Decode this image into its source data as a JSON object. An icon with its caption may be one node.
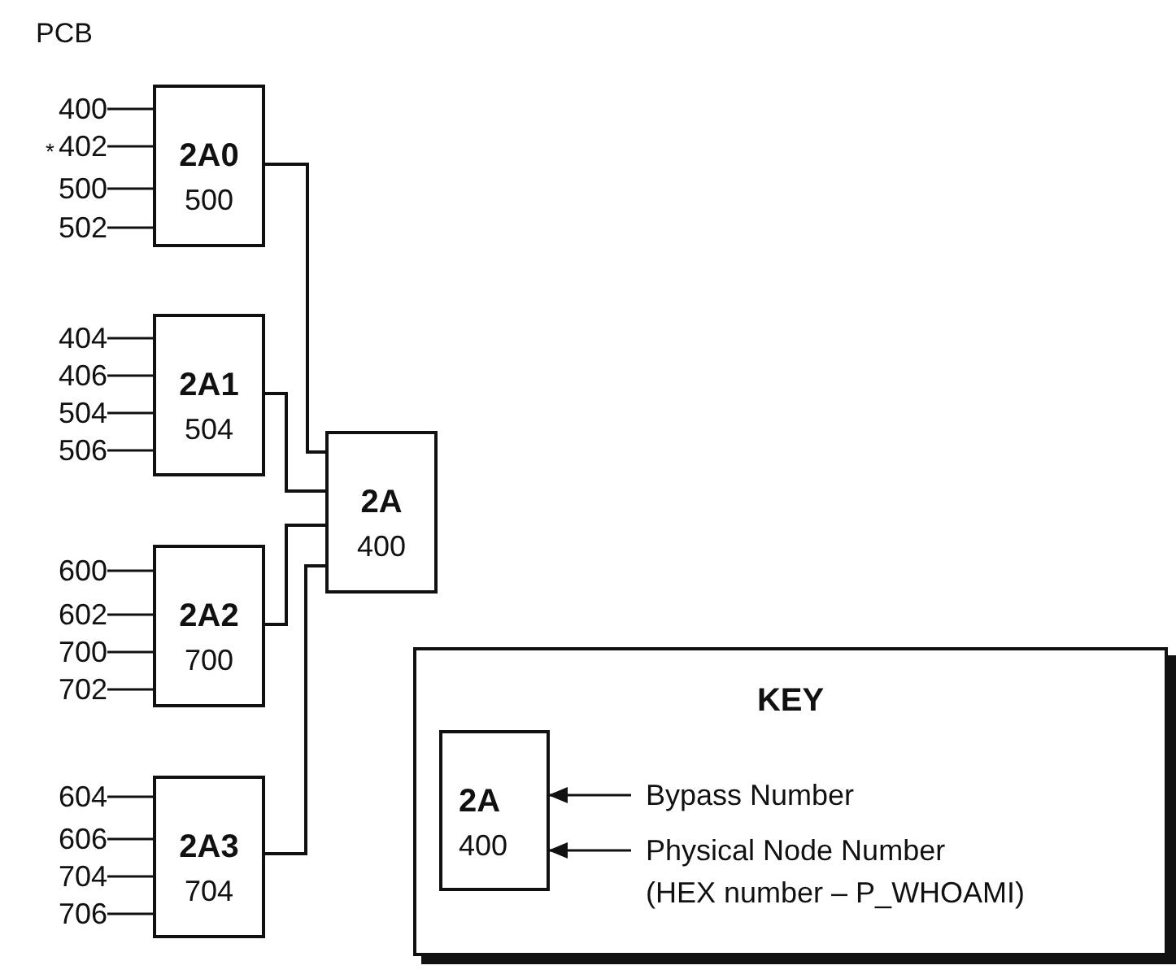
{
  "diagram": {
    "nodes": [
      {
        "text": [
          "2A0",
          "500"
        ]
      },
      {
        "text": [
          "2A1",
          "504"
        ]
      },
      {
        "text": [
          "2A2",
          "700"
        ]
      },
      {
        "text": [
          "2A3",
          "704"
        ]
      },
      {
        "text": [
          "2A",
          "400"
        ]
      },
      {
        "text": [
          "KEY"
        ]
      },
      {
        "text": [
          "2A",
          "400"
        ],
        "in": 5
      },
      {
        "text": [
          "Bypass Number"
        ],
        "in": 5
      },
      {
        "text": [
          "Physical Node Number",
          "(HEX number – P_WHOAMI)"
        ],
        "in": 5
      },
      {
        "text": [
          "400"
        ]
      },
      {
        "text": [
          "402"
        ]
      },
      {
        "text": [
          "500"
        ]
      },
      {
        "text": [
          "502"
        ]
      },
      {
        "text": [
          "404"
        ]
      },
      {
        "text": [
          "406"
        ]
      },
      {
        "text": [
          "504"
        ]
      },
      {
        "text": [
          "506"
        ]
      },
      {
        "text": [
          "600"
        ]
      },
      {
        "text": [
          "602"
        ]
      },
      {
        "text": [
          "700"
        ]
      },
      {
        "text": [
          "702"
        ]
      },
      {
        "text": [
          "604"
        ]
      },
      {
        "text": [
          "606"
        ]
      },
      {
        "text": [
          "704"
        ]
      },
      {
        "text": [
          "706"
        ]
      }
    ],
    "edges": [
      {
        "from": 0,
        "to": 4,
        "arrow": "none"
      },
      {
        "from": 1,
        "to": 4,
        "arrow": "none"
      },
      {
        "from": 2,
        "to": 4,
        "arrow": "none"
      },
      {
        "from": 3,
        "to": 4,
        "arrow": "none"
      },
      {
        "from": 7,
        "to": 6,
        "arrow": "to"
      },
      {
        "from": 8,
        "to": 6,
        "arrow": "to"
      },
      {
        "from": 9,
        "to": 0,
        "arrow": "none"
      },
      {
        "from": 10,
        "to": 0,
        "arrow": "none"
      },
      {
        "from": 11,
        "to": 0,
        "arrow": "none"
      },
      {
        "from": 12,
        "to": 0,
        "arrow": "none"
      },
      {
        "from": 13,
        "to": 1,
        "arrow": "none"
      },
      {
        "from": 14,
        "to": 1,
        "arrow": "none"
      },
      {
        "from": 15,
        "to": 1,
        "arrow": "none"
      },
      {
        "from": 16,
        "to": 1,
        "arrow": "none"
      },
      {
        "from": 17,
        "to": 2,
        "arrow": "none"
      },
      {
        "from": 18,
        "to": 2,
        "arrow": "none"
      },
      {
        "from": 19,
        "to": 2,
        "arrow": "none"
      },
      {
        "from": 20,
        "to": 2,
        "arrow": "none"
      },
      {
        "from": 21,
        "to": 3,
        "arrow": "none"
      },
      {
        "from": 22,
        "to": 3,
        "arrow": "none"
      },
      {
        "from": 23,
        "to": 3,
        "arrow": "none"
      },
      {
        "from": 24,
        "to": 3,
        "arrow": "none"
      }
    ],
    "labels": [
      "PCB",
      "*"
    ]
  }
}
